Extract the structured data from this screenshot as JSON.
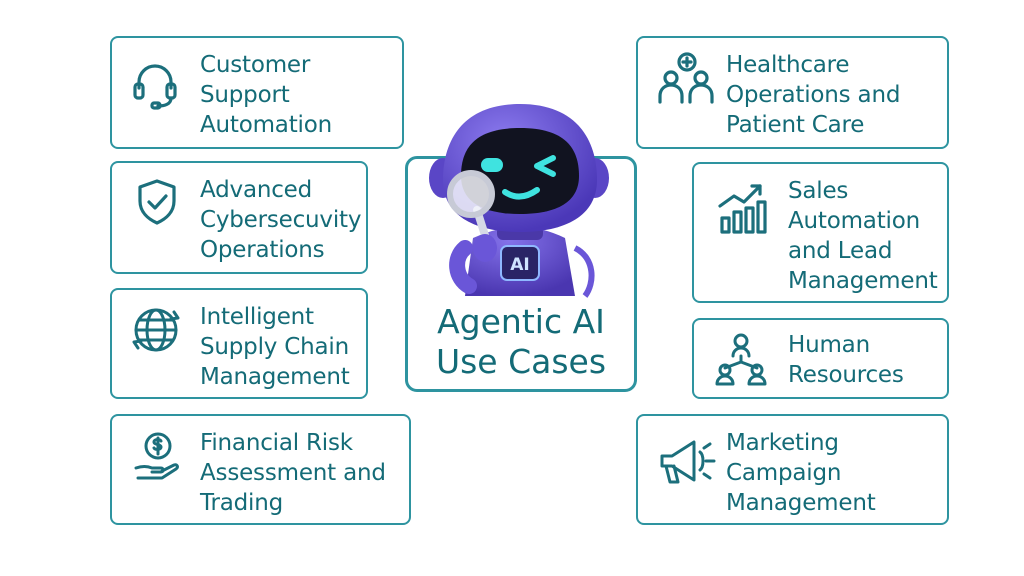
{
  "center": {
    "title_lines": [
      "Agentic AI",
      "Use Cases"
    ],
    "robot_badge": "AI"
  },
  "cards": {
    "customer_support": {
      "icon": "headset-icon",
      "lines": [
        "Customer",
        "Support",
        "Automation"
      ]
    },
    "cybersecurity": {
      "icon": "shield-check-icon",
      "lines": [
        "Advanced",
        "Cybersecuvity",
        "Operations"
      ]
    },
    "supply_chain": {
      "icon": "globe-arrows-icon",
      "lines": [
        "Intelligent",
        "Supply Chain",
        "Management"
      ]
    },
    "financial_risk": {
      "icon": "hand-dollar-icon",
      "lines": [
        "Financial Risk",
        "Assessment and",
        "Trading"
      ]
    },
    "healthcare": {
      "icon": "people-medical-icon",
      "lines": [
        "Healthcare",
        "Operations and",
        "Patient Care"
      ]
    },
    "sales": {
      "icon": "bar-chart-growth-icon",
      "lines": [
        "Sales",
        "Automation",
        "and Lead",
        "Management"
      ]
    },
    "human_resources": {
      "icon": "team-hierarchy-icon",
      "lines": [
        "Human",
        "Resources"
      ]
    },
    "marketing": {
      "icon": "megaphone-icon",
      "lines": [
        "Marketing",
        "Campaign",
        "Management"
      ]
    }
  },
  "colors": {
    "border": "#2e94a0",
    "text": "#146b77",
    "icon": "#1c6f7c",
    "robot_body": "#6a56d8"
  }
}
